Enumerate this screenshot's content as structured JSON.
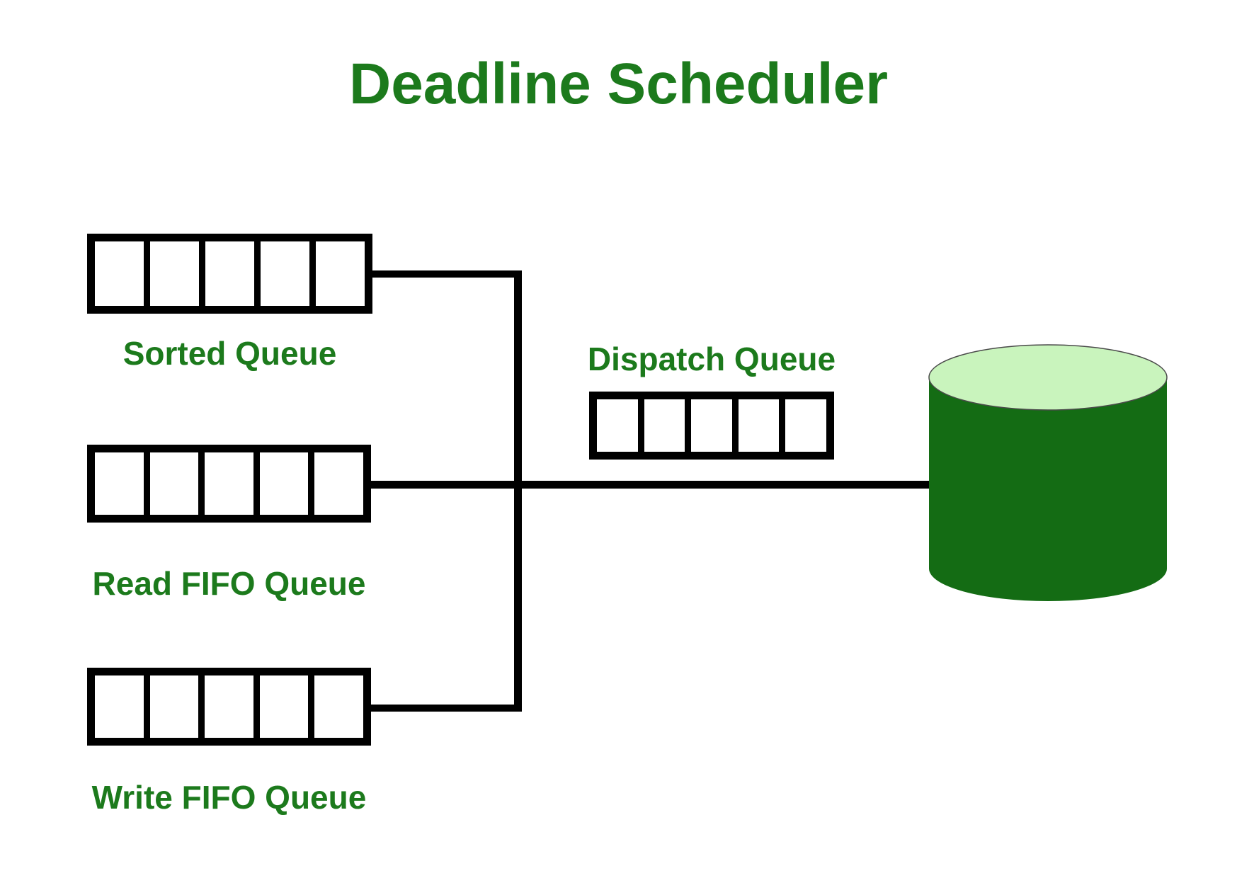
{
  "title": "Deadline Scheduler",
  "colors": {
    "accent_green": "#1c7a1c",
    "disk_body_green": "#146c14",
    "disk_top_green": "#c9f4bd",
    "line_black": "#000000"
  },
  "queues": [
    {
      "id": "sorted-queue",
      "label": "Sorted Queue",
      "cells": 5
    },
    {
      "id": "read-fifo-queue",
      "label": "Read FIFO Queue",
      "cells": 5
    },
    {
      "id": "write-fifo-queue",
      "label": "Write FIFO Queue",
      "cells": 5
    }
  ],
  "dispatch_queue": {
    "label": "Dispatch Queue",
    "cells": 5
  }
}
